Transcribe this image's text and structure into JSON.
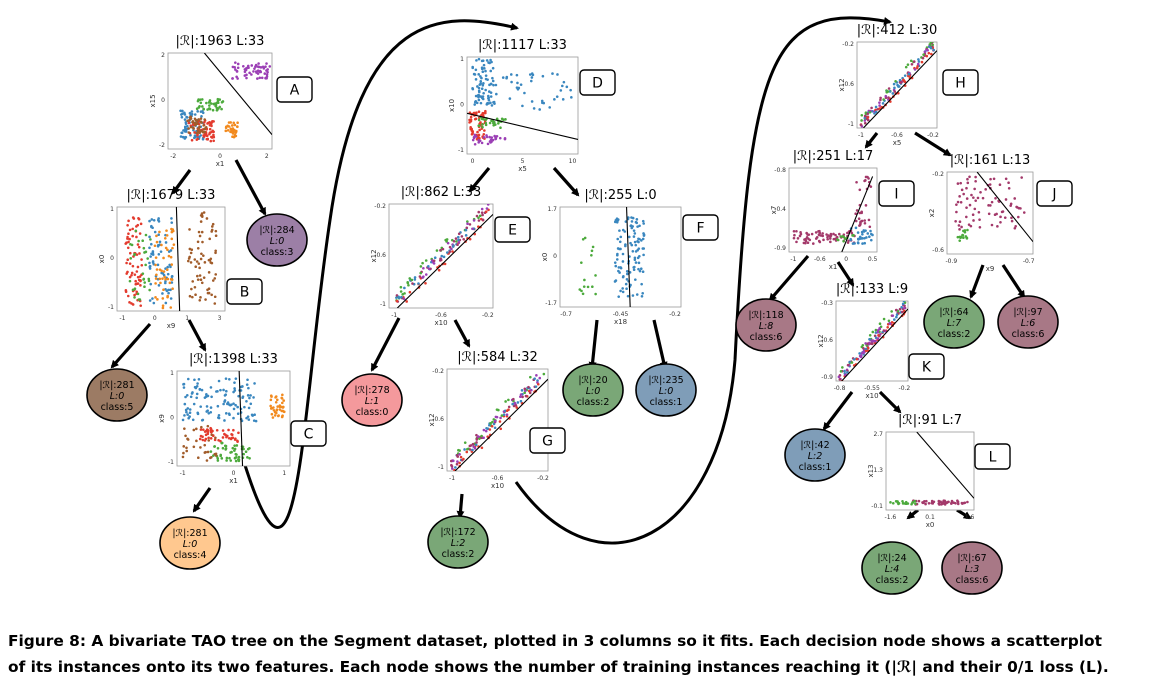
{
  "caption": {
    "line1": "Figure 8: A bivariate TAO tree on the Segment dataset, plotted in 3 columns so it fits. Each decision node shows a scatterplot",
    "line2": "of its instances onto its two features. Each node shows the number of training instances reaching it (|ℛ| and their 0/1 loss (L)."
  },
  "decision_nodes": [
    {
      "id": "A",
      "title": "|ℛ|:1963 L:33",
      "xlabel": "x1",
      "ylabel": "x15",
      "xticks": [
        "-2",
        "0",
        "2"
      ],
      "yticks": [
        "2",
        "0",
        "-2"
      ],
      "split": "diagonal"
    },
    {
      "id": "B",
      "title": "|ℛ|:1679 L:33",
      "xlabel": "x9",
      "ylabel": "x0",
      "xticks": [
        "-1",
        "0",
        "1",
        "3"
      ],
      "yticks": [
        "1",
        "0",
        "-1"
      ],
      "split": "vertical"
    },
    {
      "id": "C",
      "title": "|ℛ|:1398 L:33",
      "xlabel": "x1",
      "ylabel": "x9",
      "xticks": [
        "-1",
        "0",
        "1"
      ],
      "yticks": [
        "1",
        "0",
        "-1"
      ],
      "split": "vertical"
    },
    {
      "id": "D",
      "title": "|ℛ|:1117 L:33",
      "xlabel": "x5",
      "ylabel": "x10",
      "xticks": [
        "0",
        "5",
        "10"
      ],
      "yticks": [
        "1",
        "0",
        "-1"
      ],
      "split": "shallow"
    },
    {
      "id": "E",
      "title": "|ℛ|:862 L:33",
      "xlabel": "x10",
      "ylabel": "x12",
      "xticks": [
        "-1",
        "-0.6",
        "-0.2"
      ],
      "yticks": [
        "-0.2",
        "-0.6",
        "-1"
      ],
      "split": "diagonal-up"
    },
    {
      "id": "F",
      "title": "|ℛ|:255 L:0",
      "xlabel": "x18",
      "ylabel": "x0",
      "xticks": [
        "-0.7",
        "-0.45",
        "-0.2"
      ],
      "yticks": [
        "1.7",
        "0",
        "-1.7"
      ],
      "split": "vertical"
    },
    {
      "id": "G",
      "title": "|ℛ|:584 L:32",
      "xlabel": "x10",
      "ylabel": "x12",
      "xticks": [
        "-1",
        "-0.6",
        "-0.2"
      ],
      "yticks": [
        "-0.2",
        "-0.6",
        "-1"
      ],
      "split": "diagonal-up"
    },
    {
      "id": "H",
      "title": "|ℛ|:412 L:30",
      "xlabel": "x5",
      "ylabel": "x12",
      "xticks": [
        "-1",
        "-0.6",
        "-0.2"
      ],
      "yticks": [
        "-0.2",
        "-0.6",
        "-1"
      ],
      "split": "diagonal-up"
    },
    {
      "id": "I",
      "title": "|ℛ|:251 L:17",
      "xlabel": "x1",
      "ylabel": "x7",
      "xticks": [
        "-1",
        "-0.6",
        "0",
        "0.5"
      ],
      "yticks": [
        "-0.8",
        "-0.4",
        "-0.9"
      ],
      "split": "steep"
    },
    {
      "id": "J",
      "title": "|ℛ|:161 L:13",
      "xlabel": "x9",
      "ylabel": "x2",
      "xticks": [
        "-0.9",
        "-0.7"
      ],
      "yticks": [
        "-0.2",
        "-0.6"
      ],
      "split": "diagonal"
    },
    {
      "id": "K",
      "title": "|ℛ|:133 L:9",
      "xlabel": "x10",
      "ylabel": "x12",
      "xticks": [
        "-0.8",
        "-0.55",
        "-0.2"
      ],
      "yticks": [
        "-0.3",
        "-0.6",
        "-0.9"
      ],
      "split": "diagonal-up"
    },
    {
      "id": "L",
      "title": "|ℛ|:91 L:7",
      "xlabel": "x0",
      "ylabel": "x13",
      "xticks": [
        "-1.6",
        "0.1",
        "1.6"
      ],
      "yticks": [
        "2.7",
        "1.3",
        "-0.1"
      ],
      "split": "diagonal"
    }
  ],
  "leaves": [
    {
      "r": "|ℛ|:284",
      "l": "L:0",
      "c": "class:3",
      "color": "#9c7fa6"
    },
    {
      "r": "|ℛ|:281",
      "l": "L:0",
      "c": "class:5",
      "color": "#9c7b64"
    },
    {
      "r": "|ℛ|:281",
      "l": "L:0",
      "c": "class:4",
      "color": "#ffc88f"
    },
    {
      "r": "|ℛ|:278",
      "l": "L:1",
      "c": "class:0",
      "color": "#f4999c"
    },
    {
      "r": "|ℛ|:172",
      "l": "L:2",
      "c": "class:2",
      "color": "#7aa777"
    },
    {
      "r": "|ℛ|:20",
      "l": "L:0",
      "c": "class:2",
      "color": "#7aa777"
    },
    {
      "r": "|ℛ|:235",
      "l": "L:0",
      "c": "class:1",
      "color": "#7f9db8"
    },
    {
      "r": "|ℛ|:118",
      "l": "L:8",
      "c": "class:6",
      "color": "#a87886"
    },
    {
      "r": "|ℛ|:64",
      "l": "L:7",
      "c": "class:2",
      "color": "#7aa777"
    },
    {
      "r": "|ℛ|:97",
      "l": "L:6",
      "c": "class:6",
      "color": "#a87886"
    },
    {
      "r": "|ℛ|:42",
      "l": "L:2",
      "c": "class:1",
      "color": "#7f9db8"
    },
    {
      "r": "|ℛ|:24",
      "l": "L:4",
      "c": "class:2",
      "color": "#7aa777"
    },
    {
      "r": "|ℛ|:67",
      "l": "L:3",
      "c": "class:6",
      "color": "#a87886"
    }
  ],
  "class_colors": {
    "class0": "#e33b2e",
    "class1": "#3a87bf",
    "class2": "#4caa3c",
    "class3": "#9b3fb5",
    "class4": "#f28a1e",
    "class5": "#a15c2a",
    "class6": "#a3396a"
  }
}
